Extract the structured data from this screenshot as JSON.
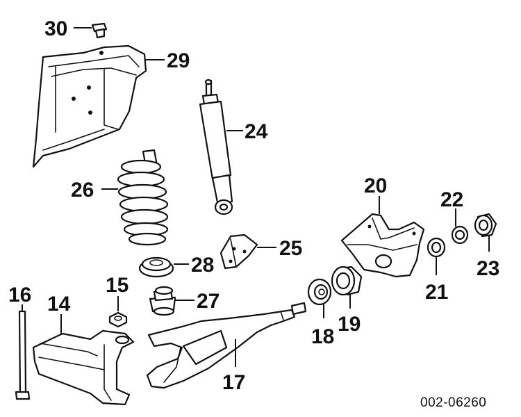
{
  "diagram": {
    "callouts": {
      "c30": "30",
      "c29": "29",
      "c24": "24",
      "c26": "26",
      "c20": "20",
      "c22": "22",
      "c23": "23",
      "c21": "21",
      "c25": "25",
      "c28": "28",
      "c27": "27",
      "c15": "15",
      "c16": "16",
      "c14": "14",
      "c17": "17",
      "c18": "18",
      "c19": "19"
    },
    "reference_code": "002-06260"
  }
}
